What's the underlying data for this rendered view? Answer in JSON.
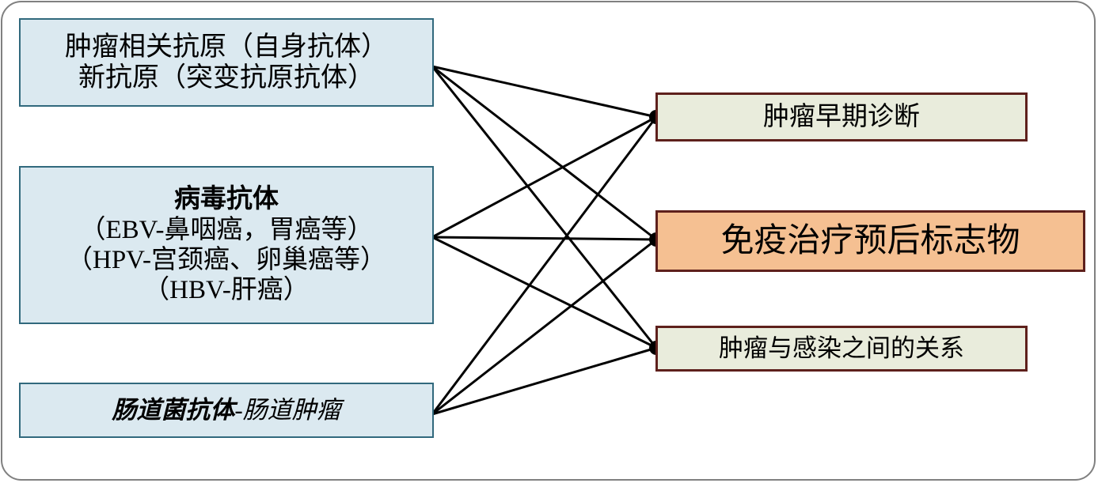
{
  "diagram": {
    "type": "bipartite-flow",
    "left_nodes": [
      {
        "id": "tumor-antigen",
        "lines": [
          "肿瘤相关抗原（自身抗体）",
          "新抗原（突变抗原抗体）"
        ],
        "fill": "#dbe9f0",
        "border": "#31697d"
      },
      {
        "id": "virus-antibody",
        "title": "病毒抗体",
        "lines": [
          "（EBV-鼻咽癌，胃癌等）",
          "（HPV-宫颈癌、卵巢癌等）",
          "（HBV-肝癌）"
        ],
        "fill": "#dbe9f0",
        "border": "#31697d"
      },
      {
        "id": "gut-bacteria",
        "lines_styled": [
          {
            "text": "肠道菌抗体",
            "style": "bold-italic"
          },
          {
            "text": "-肠道肿瘤",
            "style": "italic"
          }
        ],
        "fill": "#dbe9f0",
        "border": "#31697d"
      }
    ],
    "right_nodes": [
      {
        "id": "early-diagnosis",
        "label": "肿瘤早期诊断",
        "fill": "#e9ecdc",
        "border": "#5e201c"
      },
      {
        "id": "prognostic-marker",
        "label": "免疫治疗预后标志物",
        "fill": "#f5c092",
        "border": "#5e201c",
        "emphasis": "highlighted"
      },
      {
        "id": "tumor-infection",
        "label": "肿瘤与感染之间的关系",
        "fill": "#e9ecdc",
        "border": "#5e201c"
      }
    ],
    "edges": [
      {
        "from": "tumor-antigen",
        "to": "early-diagnosis"
      },
      {
        "from": "tumor-antigen",
        "to": "prognostic-marker"
      },
      {
        "from": "tumor-antigen",
        "to": "tumor-infection"
      },
      {
        "from": "virus-antibody",
        "to": "early-diagnosis"
      },
      {
        "from": "virus-antibody",
        "to": "prognostic-marker"
      },
      {
        "from": "virus-antibody",
        "to": "tumor-infection"
      },
      {
        "from": "gut-bacteria",
        "to": "early-diagnosis"
      },
      {
        "from": "gut-bacteria",
        "to": "prognostic-marker"
      },
      {
        "from": "gut-bacteria",
        "to": "tumor-infection"
      }
    ],
    "frame": {
      "style": "rounded-rectangle",
      "color": "#808080"
    }
  }
}
